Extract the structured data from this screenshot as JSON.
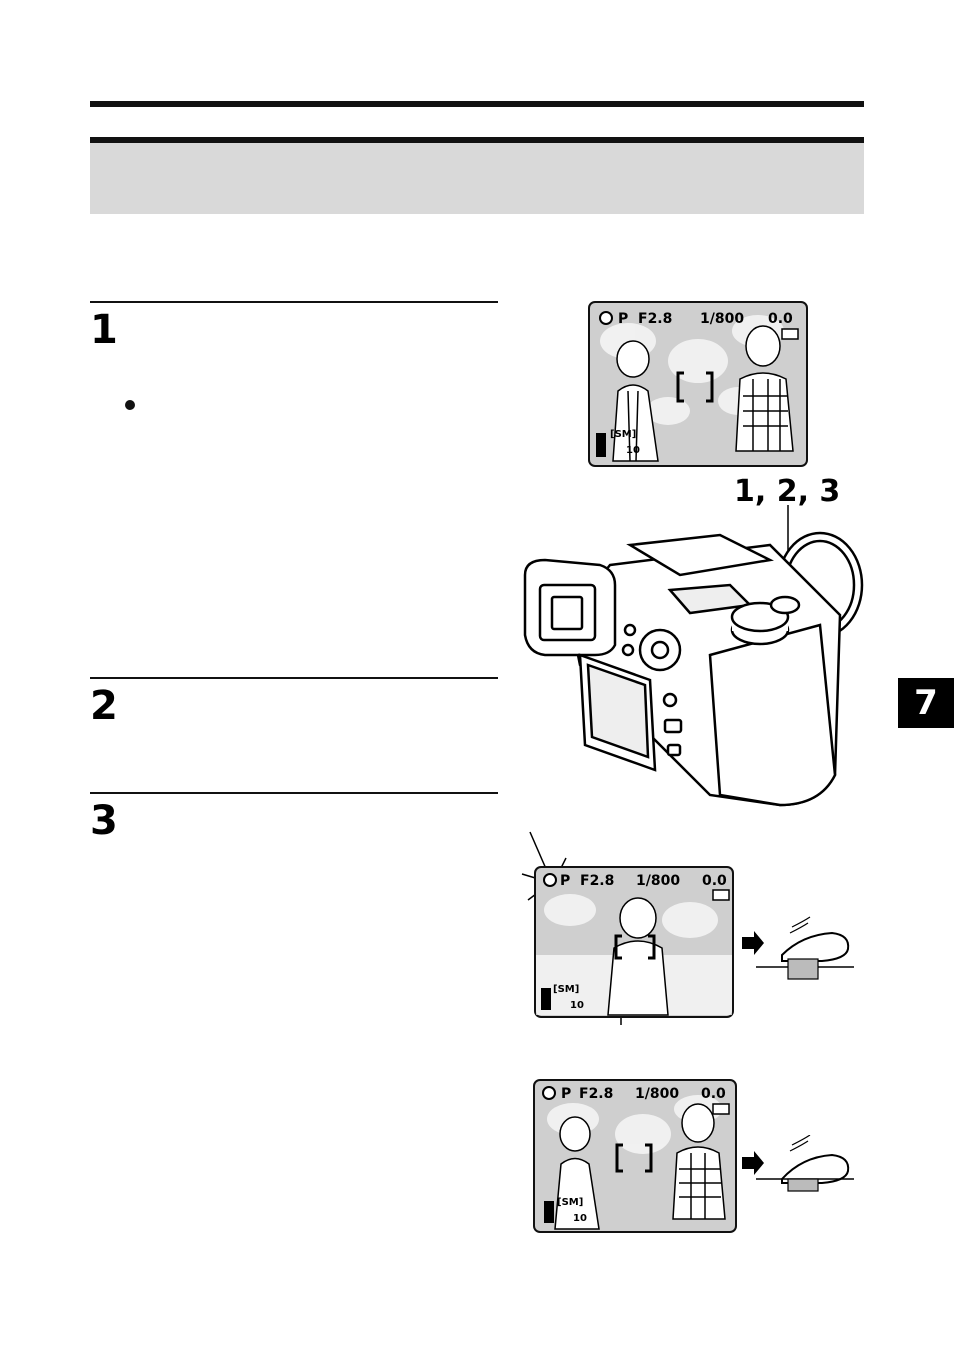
{
  "steps": [
    {
      "number": "1"
    },
    {
      "number": "2"
    },
    {
      "number": "3"
    }
  ],
  "chapter_tab": "7",
  "callout_label": "1, 2, 3",
  "lcd": {
    "mode": "P",
    "aperture": "F2.8",
    "shutter": "1/800",
    "exposure_comp": "0.0",
    "record_mode": "[SM]",
    "frames": "10"
  }
}
